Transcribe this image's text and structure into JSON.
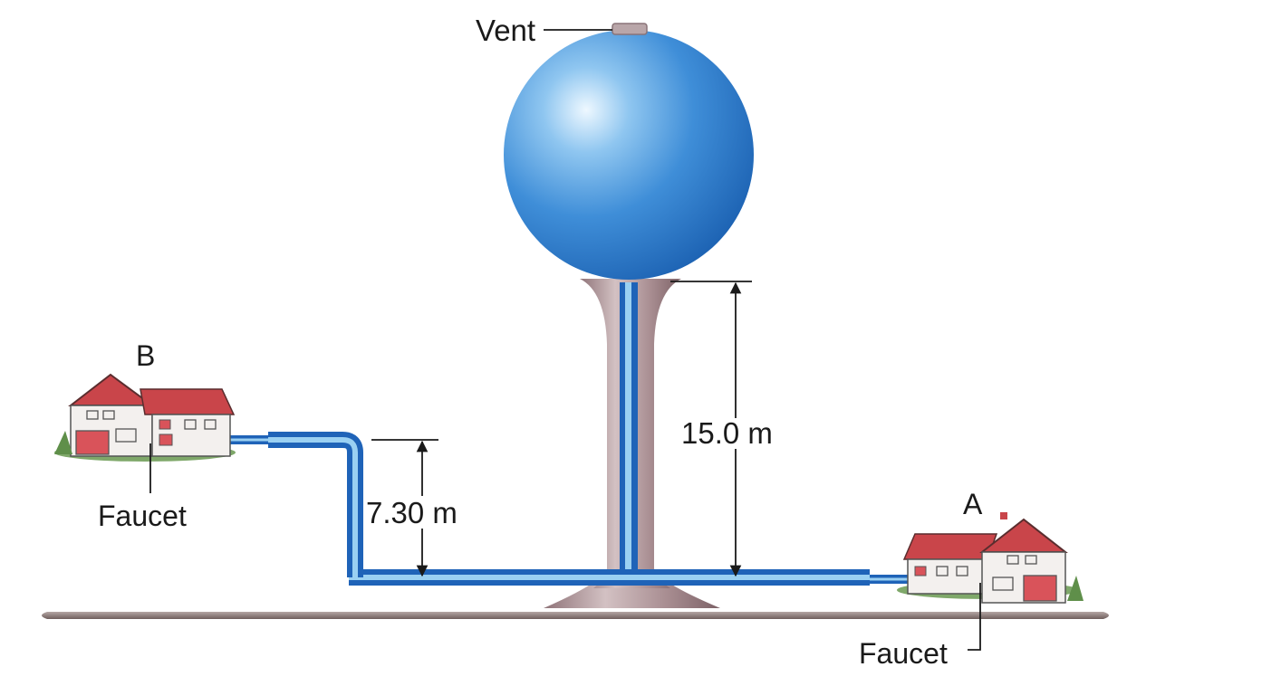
{
  "labels": {
    "vent": "Vent",
    "house_b": "B",
    "house_a": "A",
    "faucet_b": "Faucet",
    "faucet_a": "Faucet",
    "height_tower": "15.0 m",
    "height_drop": "7.30 m"
  },
  "colors": {
    "water_blue": "#1f63b8",
    "pipe_light": "#9ad0f2",
    "tower_stem": "#b0959a",
    "ground": "#8a7a78",
    "roof_red": "#c9454a",
    "house_wall": "#f3f0ee"
  }
}
